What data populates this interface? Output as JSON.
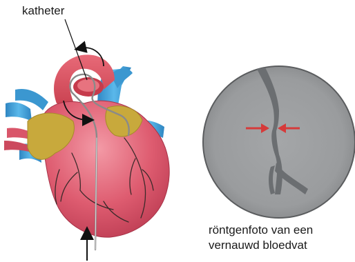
{
  "labels": {
    "catheter": "katheter",
    "xray_caption_line1": "röntgenfoto van een",
    "xray_caption_line2": "vernauwd bloedvat"
  },
  "colors": {
    "heart": "#d9566a",
    "heart_light": "#ef8a98",
    "aorta": "#dc5565",
    "vessels_blue": "#3f9fd6",
    "fat": "#c9ab3c",
    "coronary": "#3b2a2a",
    "xray_disc": "#9ea0a2",
    "xray_vessel": "#6b6e71",
    "narrowing_arrows": "#d63a3a",
    "text": "#1a1a1a"
  }
}
